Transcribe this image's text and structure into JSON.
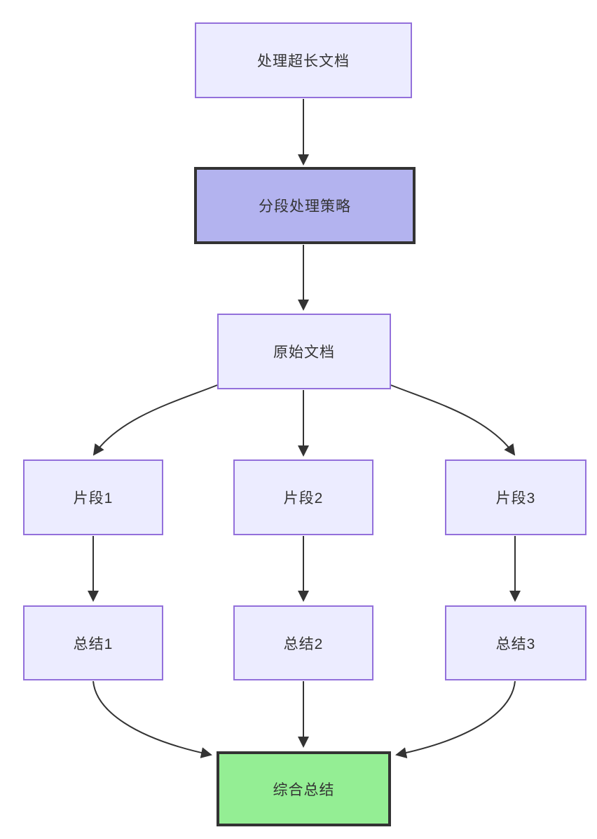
{
  "diagram": {
    "type": "flowchart",
    "direction": "top-down",
    "nodes": {
      "process_doc": {
        "label": "处理超长文档",
        "style": "default"
      },
      "strategy": {
        "label": "分段处理策略",
        "style": "highlight"
      },
      "original_doc": {
        "label": "原始文档",
        "style": "default"
      },
      "fragment1": {
        "label": "片段1",
        "style": "default"
      },
      "fragment2": {
        "label": "片段2",
        "style": "default"
      },
      "fragment3": {
        "label": "片段3",
        "style": "default"
      },
      "summary1": {
        "label": "总结1",
        "style": "default"
      },
      "summary2": {
        "label": "总结2",
        "style": "default"
      },
      "summary3": {
        "label": "总结3",
        "style": "default"
      },
      "final_summary": {
        "label": "综合总结",
        "style": "success"
      }
    },
    "edges": [
      {
        "from": "process_doc",
        "to": "strategy"
      },
      {
        "from": "strategy",
        "to": "original_doc"
      },
      {
        "from": "original_doc",
        "to": "fragment1"
      },
      {
        "from": "original_doc",
        "to": "fragment2"
      },
      {
        "from": "original_doc",
        "to": "fragment3"
      },
      {
        "from": "fragment1",
        "to": "summary1"
      },
      {
        "from": "fragment2",
        "to": "summary2"
      },
      {
        "from": "fragment3",
        "to": "summary3"
      },
      {
        "from": "summary1",
        "to": "final_summary"
      },
      {
        "from": "summary2",
        "to": "final_summary"
      },
      {
        "from": "summary3",
        "to": "final_summary"
      }
    ],
    "colors": {
      "background": "#ffffff",
      "node_fill": "#ececff",
      "node_border": "#9370db",
      "highlight_fill": "#b3b3ef",
      "highlight_border": "#333333",
      "success_fill": "#94ee94",
      "success_border": "#333333",
      "edge": "#333333",
      "text": "#333333"
    }
  }
}
